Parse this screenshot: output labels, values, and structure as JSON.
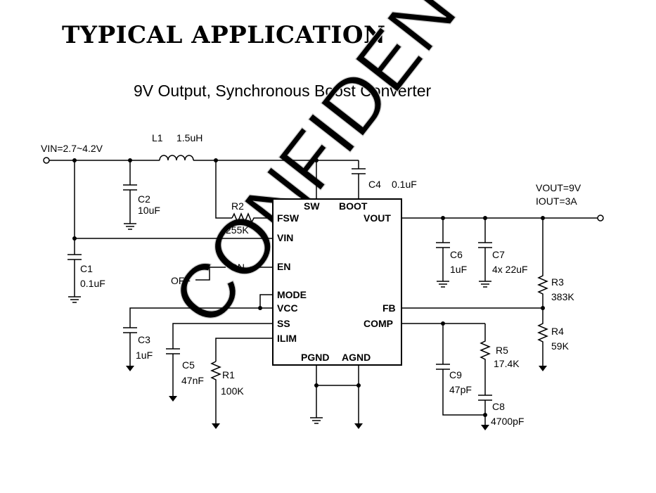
{
  "heading": "TYPICAL APPLICATION",
  "subtitle": "9V Output, Synchronous Boost Converter",
  "schematic": {
    "vin_label": "VIN=2.7~4.2V",
    "vout_label": "VOUT=9V",
    "iout_label": "IOUT=3A",
    "ic_pins": {
      "fsw": "FSW",
      "vin": "VIN",
      "en": "EN",
      "mode": "MODE",
      "vcc": "VCC",
      "ss": "SS",
      "ilim": "ILIM",
      "sw": "SW",
      "boot": "BOOT",
      "vout": "VOUT",
      "fb": "FB",
      "comp": "COMP",
      "pgnd": "PGND",
      "agnd": "AGND"
    },
    "switch": {
      "on": "ON",
      "off": "OFF"
    },
    "components": {
      "L1": {
        "ref": "L1",
        "value": "1.5uH"
      },
      "C1": {
        "ref": "C1",
        "value": "0.1uF"
      },
      "C2": {
        "ref": "C2",
        "value": "10uF"
      },
      "C3": {
        "ref": "C3",
        "value": "1uF"
      },
      "C4": {
        "ref": "C4",
        "value": "0.1uF"
      },
      "C5": {
        "ref": "C5",
        "value": "47nF"
      },
      "C6": {
        "ref": "C6",
        "value": "1uF"
      },
      "C7": {
        "ref": "C7",
        "value": "4x 22uF"
      },
      "C8": {
        "ref": "C8",
        "value": "4700pF"
      },
      "C9": {
        "ref": "C9",
        "value": "47pF"
      },
      "R1": {
        "ref": "R1",
        "value": "100K"
      },
      "R2": {
        "ref": "R2",
        "value": "255K"
      },
      "R3": {
        "ref": "R3",
        "value": "383K"
      },
      "R4": {
        "ref": "R4",
        "value": "59K"
      },
      "R5": {
        "ref": "R5",
        "value": "17.4K"
      }
    }
  },
  "watermark": "CONFIDENTIAL"
}
